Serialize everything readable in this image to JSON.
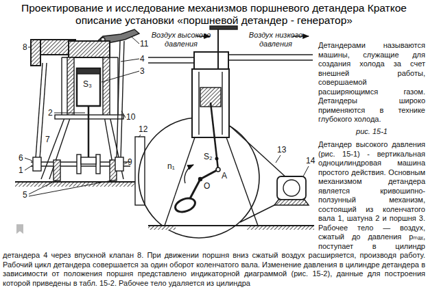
{
  "diagram": {
    "title": "Проектирование и исследование механизмов поршневого детандера Краткое описание установки «поршневой детандер - генератор»",
    "labels": [
      "Детандерами называются машины, служащие для создания холода за счет внешней работы, совершаемой расширяющимся газом. Детандеры широко применяются в технике глубокого холода.",
      "рис. 15-1",
      "Детандер высокого давления (рис. 15-1) - вертикальная одноцилиндровая машина простого действия. Основным механизмом детандера является кривошипно-ползунный механизм, состоящий из коленчатого вала 1, шатуна 2 и поршня 3. Рабочее тело — воздух, сжатый до давления pₘₐₓ, поступает в цилиндр детандера 4 через впускной клапан 8. При движении поршня вниз сжатый воздух расширяется, производя работу. Рабочий цикл детандера совершается за один оборот коленчатого вала. Изменение давления в цилиндре детандера в зависимости от положения поршня представлено индикаторной диаграммой (рис. 15-2), данные для построения которой приведены в табл. 15-2. Рабочее тело удаляется из цилиндра",
      "8",
      "11",
      "4",
      "3",
      "2",
      "7",
      "10",
      "12",
      "6",
      "1",
      "9",
      "5",
      "S₃",
      "Воздух высокого давления",
      "Воздух низкого давления",
      "n₁",
      "S₂",
      "A",
      "O",
      "13",
      "14"
    ]
  }
}
